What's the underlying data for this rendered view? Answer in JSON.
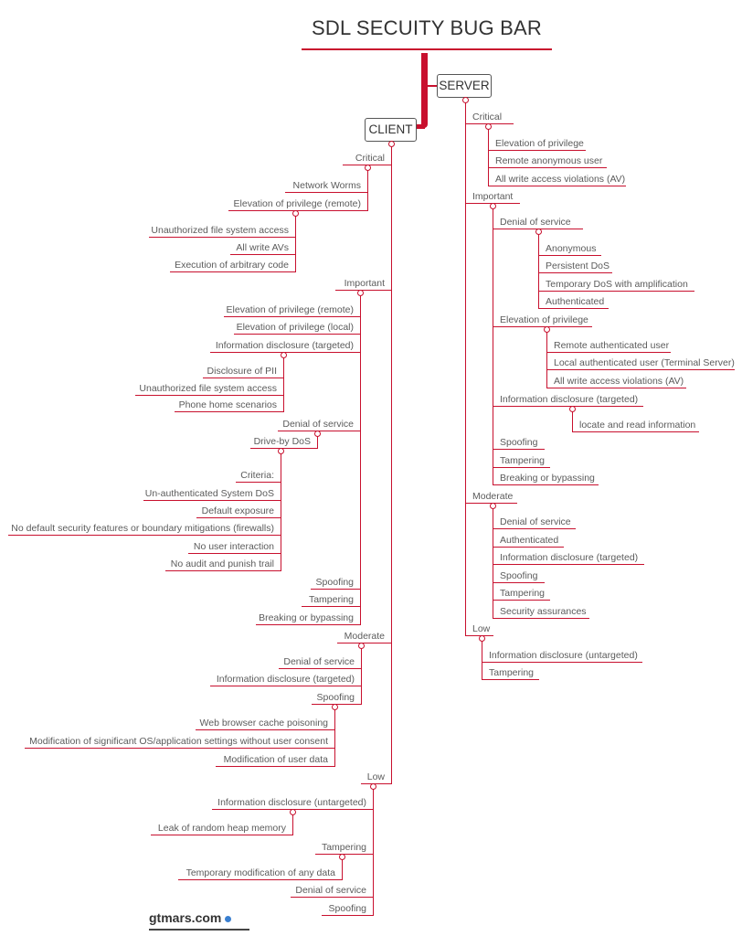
{
  "title": "SDL SECUITY BUG BAR",
  "footer": "gtmars.com",
  "colors": {
    "line": "#c8102e",
    "text": "#5b5b5b",
    "footer_dot": "#3a7fd0"
  },
  "client": {
    "label": "CLIENT",
    "children": [
      {
        "label": "Critical",
        "children": [
          {
            "label": "Network Worms"
          },
          {
            "label": "Elevation of privilege (remote)",
            "children": [
              {
                "label": "Unauthorized file system access"
              },
              {
                "label": "All write AVs"
              },
              {
                "label": "Execution of arbitrary code"
              }
            ]
          }
        ]
      },
      {
        "label": "Important",
        "children": [
          {
            "label": "Elevation of privilege (remote)"
          },
          {
            "label": "Elevation of privilege (local)"
          },
          {
            "label": "Information disclosure (targeted)",
            "children": [
              {
                "label": "Disclosure of PII"
              },
              {
                "label": "Unauthorized file system access"
              },
              {
                "label": "Phone home scenarios"
              }
            ]
          },
          {
            "label": "Denial of service",
            "children": [
              {
                "label": "Drive-by DoS",
                "children": [
                  {
                    "label": "Criteria:"
                  },
                  {
                    "label": "Un-authenticated System DoS"
                  },
                  {
                    "label": "Default exposure"
                  },
                  {
                    "label": "No default security features or boundary mitigations (firewalls)"
                  },
                  {
                    "label": "No user interaction"
                  },
                  {
                    "label": "No audit and punish trail"
                  }
                ]
              }
            ]
          },
          {
            "label": "Spoofing"
          },
          {
            "label": "Tampering"
          },
          {
            "label": "Breaking or bypassing"
          }
        ]
      },
      {
        "label": "Moderate",
        "children": [
          {
            "label": "Denial of service"
          },
          {
            "label": "Information disclosure (targeted)"
          },
          {
            "label": "Spoofing",
            "children": [
              {
                "label": "Web browser cache poisoning"
              },
              {
                "label": "Modification of significant OS/application settings without user consent"
              },
              {
                "label": "Modification of user data"
              }
            ]
          }
        ]
      },
      {
        "label": "Low",
        "children": [
          {
            "label": "Information disclosure (untargeted)",
            "children": [
              {
                "label": "Leak of random heap memory"
              }
            ]
          },
          {
            "label": "Tampering",
            "children": [
              {
                "label": "Temporary modification of any data"
              }
            ]
          },
          {
            "label": "Denial of service"
          },
          {
            "label": "Spoofing"
          }
        ]
      }
    ]
  },
  "server": {
    "label": "SERVER",
    "children": [
      {
        "label": "Critical",
        "children": [
          {
            "label": "Elevation of privilege"
          },
          {
            "label": "Remote anonymous user"
          },
          {
            "label": "All write access violations (AV)"
          }
        ]
      },
      {
        "label": "Important",
        "children": [
          {
            "label": "Denial of service",
            "children": [
              {
                "label": "Anonymous"
              },
              {
                "label": "Persistent DoS"
              },
              {
                "label": "Temporary DoS with amplification"
              },
              {
                "label": "Authenticated"
              }
            ]
          },
          {
            "label": "Elevation of privilege",
            "children": [
              {
                "label": "Remote authenticated user"
              },
              {
                "label": "Local authenticated user (Terminal Server)"
              },
              {
                "label": "All write access violations (AV)"
              }
            ]
          },
          {
            "label": "Information disclosure (targeted)",
            "children": [
              {
                "label": "locate and read information"
              }
            ]
          },
          {
            "label": "Spoofing"
          },
          {
            "label": "Tampering"
          },
          {
            "label": "Breaking or bypassing"
          }
        ]
      },
      {
        "label": "Moderate",
        "children": [
          {
            "label": "Denial of service"
          },
          {
            "label": "Authenticated"
          },
          {
            "label": "Information disclosure (targeted)"
          },
          {
            "label": "Spoofing"
          },
          {
            "label": "Tampering"
          },
          {
            "label": "Security assurances"
          }
        ]
      },
      {
        "label": "Low",
        "children": [
          {
            "label": "Information disclosure (untargeted)"
          },
          {
            "label": "Tampering"
          }
        ]
      }
    ]
  }
}
